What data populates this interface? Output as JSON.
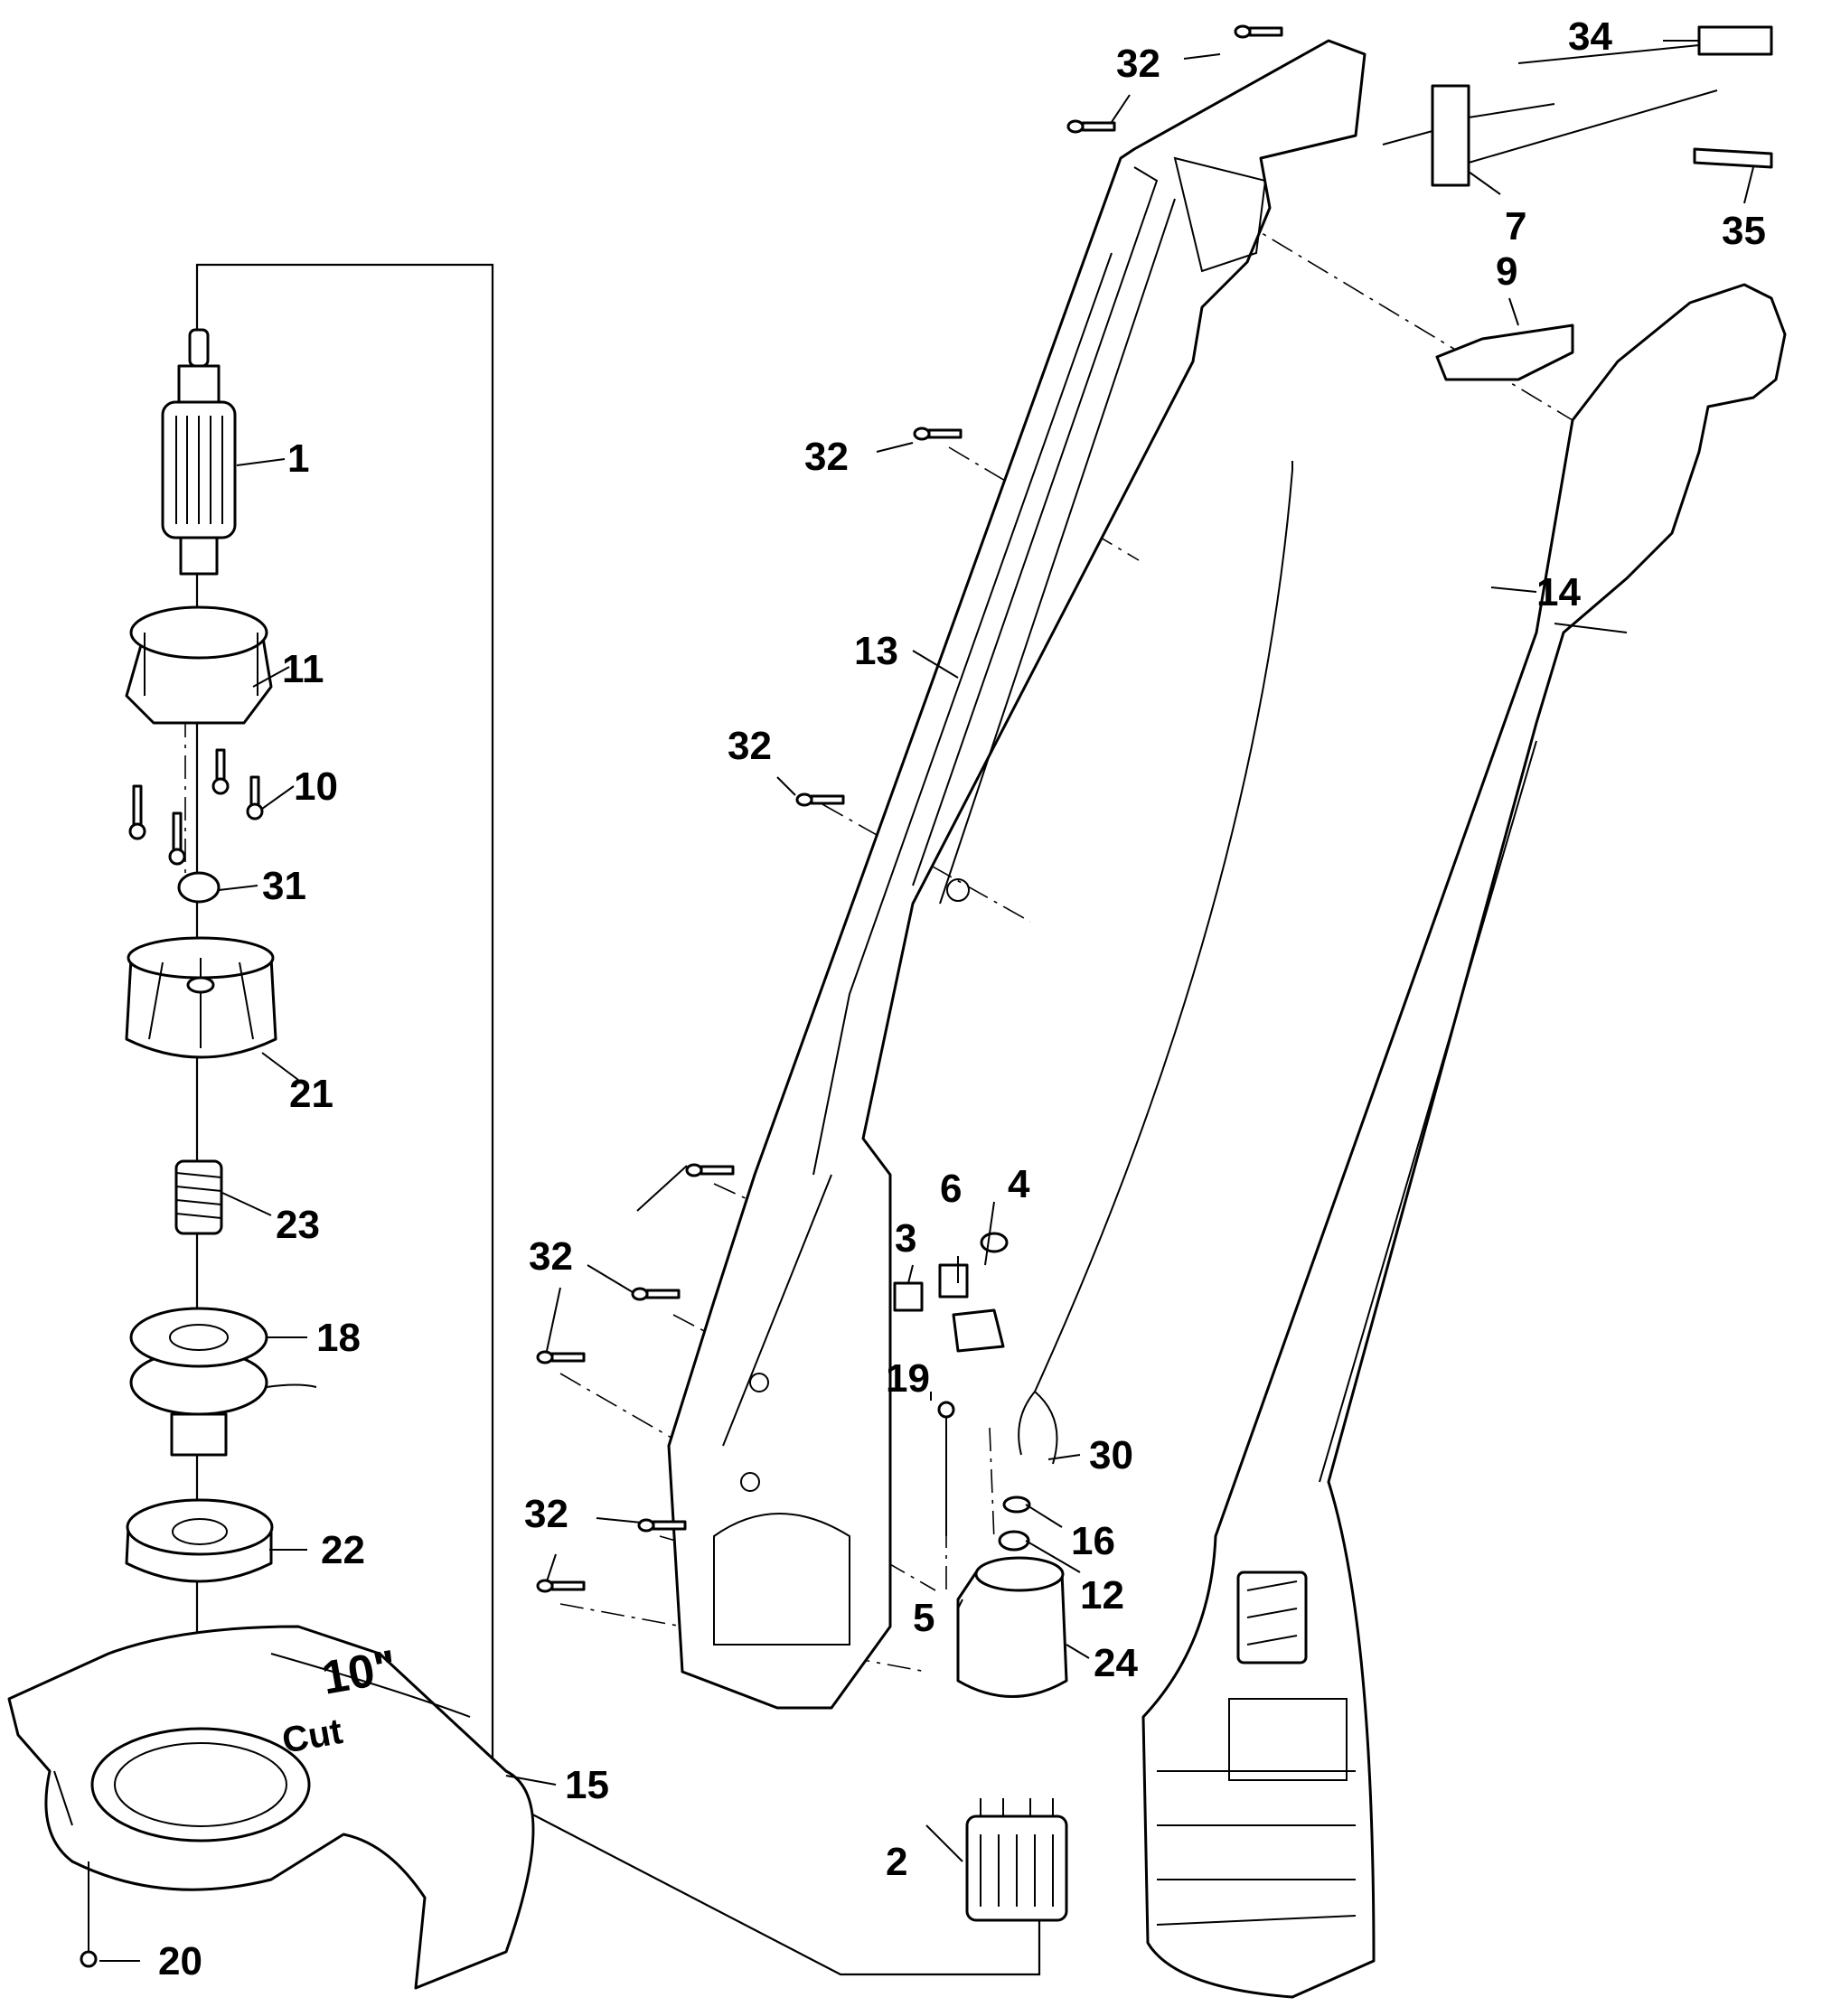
{
  "callouts": {
    "p1": "1",
    "p2": "2",
    "p3": "3",
    "p4": "4",
    "p5": "5",
    "p6": "6",
    "p7": "7",
    "p9": "9",
    "p10": "10",
    "p11": "11",
    "p12": "12",
    "p13": "13",
    "p14": "14",
    "p15": "15",
    "p16": "16",
    "p18": "18",
    "p19": "19",
    "p20": "20",
    "p21": "21",
    "p22": "22",
    "p23": "23",
    "p24": "24",
    "p30": "30",
    "p31": "31",
    "p32": "32",
    "p34": "34",
    "p35": "35"
  },
  "guard_emblem": {
    "size": "10\"",
    "word": "Cut"
  }
}
